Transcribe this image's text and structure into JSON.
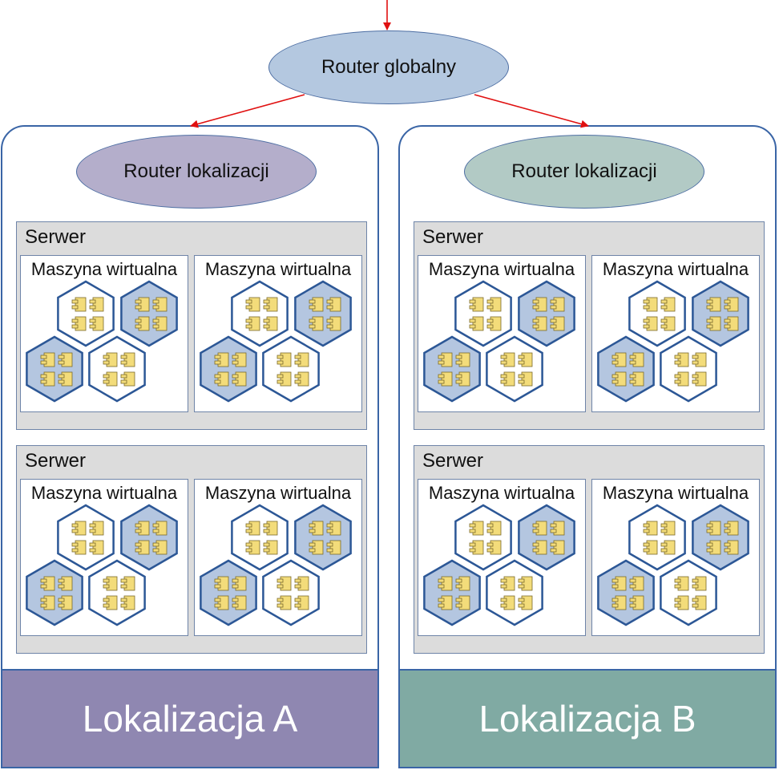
{
  "global_router": {
    "label": "Router globalny"
  },
  "locations": [
    {
      "router_label": "Router lokalizacji",
      "footer_label": "Lokalizacja A",
      "colors": {
        "router_fill": "#b4aecb",
        "footer_fill": "#8f87b1"
      },
      "servers": [
        {
          "label": "Serwer",
          "vms": [
            {
              "label": "Maszyna wirtualna"
            },
            {
              "label": "Maszyna wirtualna"
            }
          ]
        },
        {
          "label": "Serwer",
          "vms": [
            {
              "label": "Maszyna wirtualna"
            },
            {
              "label": "Maszyna wirtualna"
            }
          ]
        }
      ]
    },
    {
      "router_label": "Router lokalizacji",
      "footer_label": "Lokalizacja B",
      "colors": {
        "router_fill": "#b2cac5",
        "footer_fill": "#80aaa3"
      },
      "servers": [
        {
          "label": "Serwer",
          "vms": [
            {
              "label": "Maszyna wirtualna"
            },
            {
              "label": "Maszyna wirtualna"
            }
          ]
        },
        {
          "label": "Serwer",
          "vms": [
            {
              "label": "Maszyna wirtualna"
            },
            {
              "label": "Maszyna wirtualna"
            }
          ]
        }
      ]
    }
  ],
  "colors": {
    "global_router_fill": "#b4c8e0",
    "arrow": "#e01010",
    "container_hex_fill": "#b4c6e0",
    "container_hex_stroke": "#2c5796",
    "component_fill": "#f3dc7a",
    "component_stroke": "#7a6a2a"
  },
  "icons": {
    "container": "hexagon-container-icon",
    "component": "component-icon"
  }
}
